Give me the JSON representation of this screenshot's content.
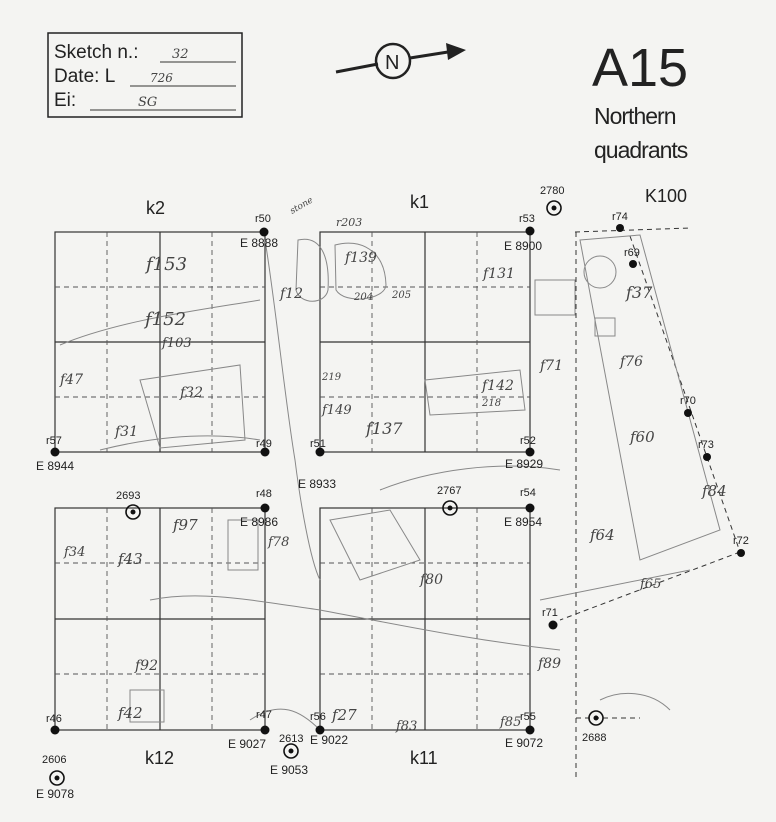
{
  "header": {
    "sketch_label": "Sketch n.:",
    "sketch_value": "32",
    "date_label": "Date: L",
    "date_value": "726",
    "ei_label": "Ei:",
    "ei_value": "SG",
    "north": "N",
    "title": "A15",
    "subtitle_1": "Northern",
    "subtitle_2": "quadrants"
  },
  "quadrants": {
    "k1": "k1",
    "k2": "k2",
    "k11": "k11",
    "k12": "k12",
    "k100": "K100"
  },
  "points": {
    "r46": "r46",
    "r47": "r47",
    "r48": "r48",
    "r49": "r49",
    "r50": "r50",
    "r51": "r51",
    "r52": "r52",
    "r53": "r53",
    "r54": "r54",
    "r55": "r55",
    "r56": "r56",
    "r57": "r57",
    "r69": "r69",
    "r70": "r70",
    "r71": "r71",
    "r72": "r72",
    "r73": "r73",
    "r74": "r74"
  },
  "elevations": {
    "e8888": "E 8888",
    "e8900": "E 8900",
    "e8944": "E 8944",
    "e8933": "E 8933",
    "e8929": "E 8929",
    "e8986": "E 8986",
    "e8954": "E 8954",
    "e9027": "E 9027",
    "e9053": "E 9053",
    "e9022": "E 9022",
    "e9072": "E 9072",
    "e9078": "E 9078"
  },
  "benchmarks": {
    "b2780": "2780",
    "b2693": "2693",
    "b2767": "2767",
    "b2613": "2613",
    "b2688": "2688",
    "b2606": "2606"
  },
  "features": {
    "f153": "f153",
    "f152": "f152",
    "f12": "f12",
    "f103": "f103",
    "f47": "f47",
    "f32": "f32",
    "f31": "f31",
    "f139": "f139",
    "f203": "r203",
    "f204": "204",
    "f205": "205",
    "f131": "f131",
    "f71": "f71",
    "f142": "f142",
    "f218": "218",
    "f219": "219",
    "f149": "f149",
    "f137": "f137",
    "f37": "f37",
    "f76": "f76",
    "f60": "f60",
    "f84": "f84",
    "f64": "f64",
    "f65": "f65",
    "f97": "f97",
    "f34": "f34",
    "f43": "f43",
    "f78": "f78",
    "f92": "f92",
    "f42": "f42",
    "f80": "f80",
    "f89": "f89",
    "f27": "f27",
    "f83": "f83",
    "f85": "f85",
    "stone": "stone"
  }
}
